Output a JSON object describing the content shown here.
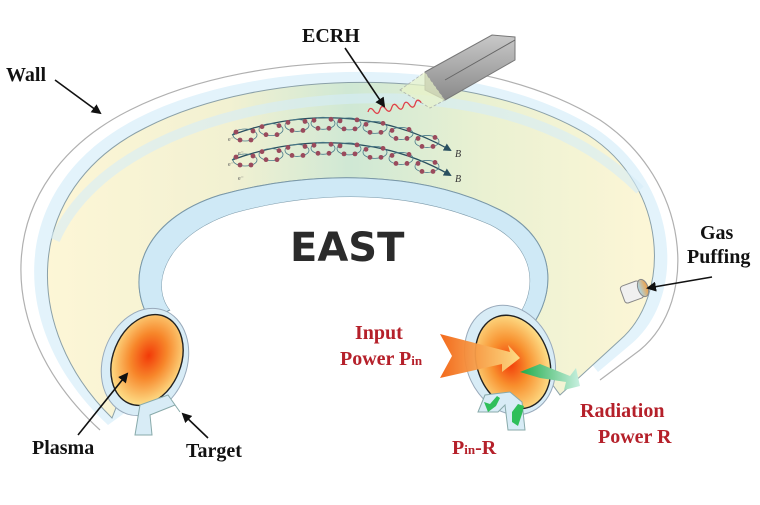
{
  "diagram": {
    "title": "EAST",
    "labels": {
      "wall": "Wall",
      "ecrh": "ECRH",
      "gas_puffing_line1": "Gas",
      "gas_puffing_line2": "Puffing",
      "plasma": "Plasma",
      "target": "Target",
      "input_power_line1": "Input",
      "input_power_line2": "Power P",
      "input_power_sub": "in",
      "radiation_power_line1": "Radiation",
      "radiation_power_line2": "Power R",
      "pin_minus_r_main": "P",
      "pin_minus_r_sub": "in",
      "pin_minus_r_tail": "-R",
      "field_label_1": "B",
      "field_label_2": "B",
      "electron_label": "e⁻"
    },
    "colors": {
      "label_black": "#111111",
      "label_red": "#b5202a",
      "title": "#2b2b2b",
      "wall_blue": "#cde9f7",
      "torus_yellow": "#fdf6d6",
      "torus_green": "#cfe8d4",
      "plasma_core": "#f24a10",
      "plasma_edge": "#fde08a",
      "input_arrow": "#f57a1a",
      "radiation_arrow": "#2fbf5a",
      "ion_dot": "#9a4a5c",
      "ecrh_wave": "#e0404a",
      "waveguide": "#9a9a9a"
    }
  }
}
